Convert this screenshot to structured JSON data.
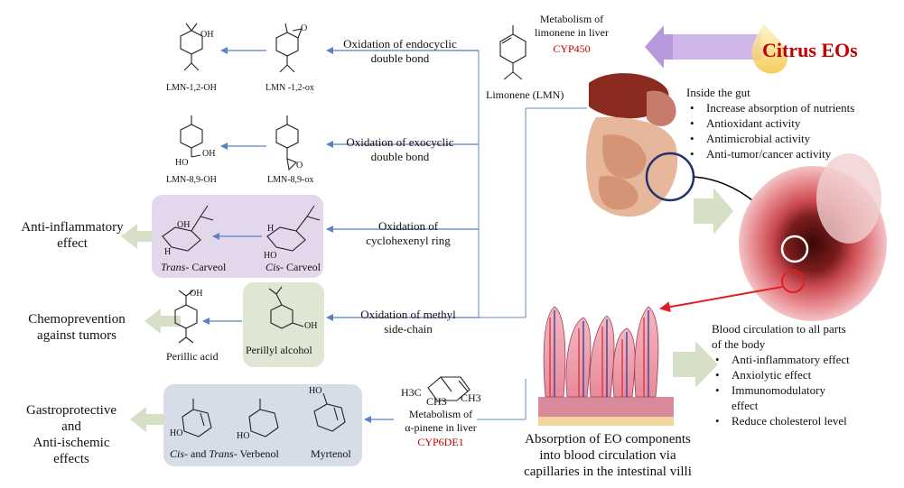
{
  "header": {
    "liver_metabolism": [
      "Metabolism of",
      "limonene in liver"
    ],
    "cyp450": "CYP450",
    "limonene_label": "Limonene (LMN)",
    "citrus": "Citrus EOs"
  },
  "pathways": [
    {
      "label": [
        "Oxidation of endocyclic",
        "double bond"
      ]
    },
    {
      "label": [
        "Oxidation of exocyclic",
        "double bond"
      ]
    },
    {
      "label": [
        "Oxidation of",
        "cyclohexenyl ring"
      ]
    },
    {
      "label": [
        "Oxidation of methyl",
        "side-chain"
      ]
    }
  ],
  "molecules": {
    "lmn12oh": "LMN-1,2-OH",
    "lmn12ox": "LMN -1,2-ox",
    "lmn89oh": "LMN-8,9-OH",
    "lmn89ox": "LMN-8,9-ox",
    "trans_carveol_a": "Trans",
    "trans_carveol_b": "- Carveol",
    "cis_carveol_a": "Cis",
    "cis_carveol_b": "- Carveol",
    "perillyl_alcohol": "Perillyl alcohol",
    "perillic_acid": "Perillic acid",
    "verbenol_a": "Cis",
    "verbenol_b": "- and ",
    "verbenol_c": "Trans",
    "verbenol_d": "- Verbenol",
    "myrtenol": "Myrtenol",
    "oh": "OH",
    "ho": "HO",
    "h": "H",
    "o": "O",
    "h3c": "H3C",
    "ch3": "CH3"
  },
  "effects": {
    "anti_inflammatory": [
      "Anti-inflammatory",
      "effect"
    ],
    "chemoprevention": [
      "Chemoprevention",
      "against tumors"
    ],
    "gastroprotective": [
      "Gastroprotective",
      "and",
      "Anti-ischemic",
      "effects"
    ]
  },
  "pinene": {
    "metabolism": [
      "Metabolism of",
      "α-pinene in liver"
    ],
    "cyp": "CYP6DE1"
  },
  "gut": {
    "title": "Inside the gut",
    "items": [
      "Increase absorption of nutrients",
      "Antioxidant activity",
      "Antimicrobial activity",
      "Anti-tumor/cancer activity"
    ]
  },
  "blood": {
    "title": [
      "Blood circulation to all parts",
      "of the body"
    ],
    "items": [
      [
        "Anti-inflammatory effect"
      ],
      [
        "Anxiolytic effect"
      ],
      [
        "Immunomodulatory",
        "effect"
      ],
      [
        "Reduce cholesterol level"
      ]
    ]
  },
  "absorption": [
    "Absorption of EO components",
    "into blood circulation via",
    "capillaries in the intestinal villi"
  ],
  "colors": {
    "lavender_box": "#e3d7ec",
    "green_box": "#dfe6d3",
    "blue_box": "#d7dde8",
    "arrow_blue": "#5b82c2",
    "arrow_green": "#d6e0c6",
    "citrus_red": "#c00000",
    "citrus_arrow": "#cfb6ea"
  }
}
